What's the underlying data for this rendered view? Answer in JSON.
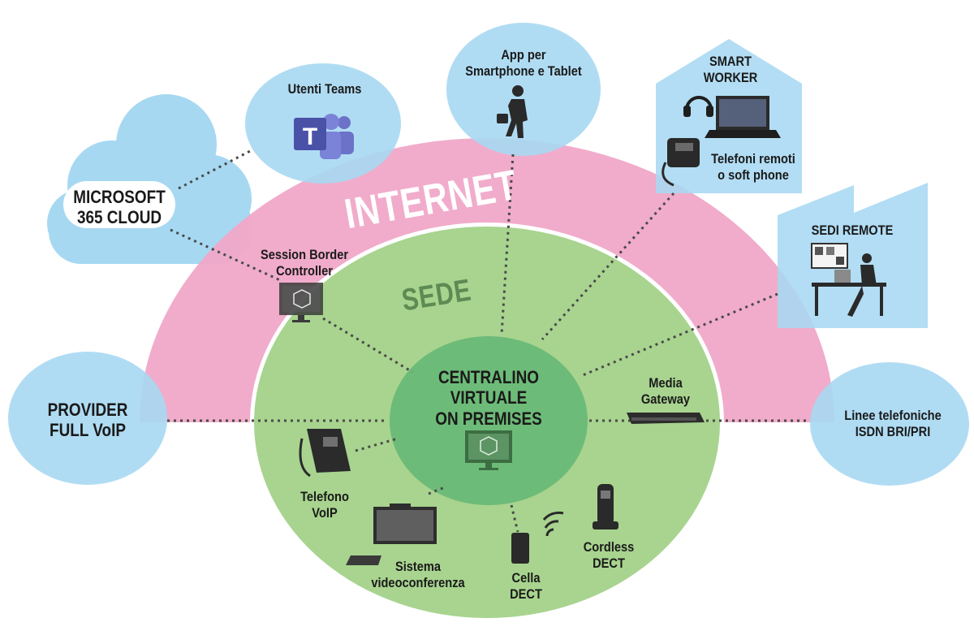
{
  "zones": {
    "internet": "INTERNET",
    "sede": "SEDE"
  },
  "center": {
    "line1": "CENTRALINO",
    "line2": "VIRTUALE",
    "line3": "ON PREMISES"
  },
  "nodes": {
    "cloud": {
      "line1": "MICROSOFT",
      "line2": "365 CLOUD"
    },
    "teams": {
      "label": "Utenti Teams",
      "icon": "teams-icon"
    },
    "app": {
      "line1": "App per",
      "line2": "Smartphone e Tablet",
      "icon": "walking-phone-user-icon"
    },
    "smart_worker": {
      "line1": "SMART",
      "line2": "WORKER",
      "sub1": "Telefoni remoti",
      "sub2": "o soft phone"
    },
    "sedi_remote": {
      "label": "SEDI REMOTE"
    },
    "provider": {
      "line1": "PROVIDER",
      "line2": "FULL VoIP"
    },
    "linee": {
      "line1": "Linee telefoniche",
      "line2": "ISDN BRI/PRI"
    },
    "sbc": {
      "line1": "Session Border",
      "line2": "Controller"
    },
    "media_gateway": {
      "line1": "Media",
      "line2": "Gateway"
    },
    "telefono": {
      "line1": "Telefono",
      "line2": "VoIP"
    },
    "video": {
      "line1": "Sistema",
      "line2": "videoconferenza"
    },
    "cella": {
      "line1": "Cella",
      "line2": "DECT"
    },
    "cordless": {
      "line1": "Cordless",
      "line2": "DECT"
    }
  },
  "colors": {
    "internet_band": "#f0a8c8",
    "sede_fill": "#a8d48f",
    "center_fill": "#6dbb78",
    "bubble_fill": "#a7d8f2",
    "connector": "#555555"
  }
}
